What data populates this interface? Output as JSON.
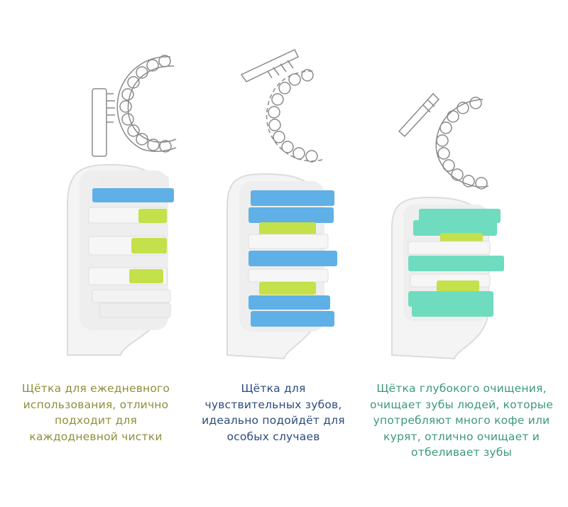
{
  "brushes": [
    {
      "id": "daily",
      "caption": "Щётка для ежедневного\nиспользования, отлично\nподходит для\nкаждодневной чистки",
      "caption_color": "#8f8f3c",
      "bristle_colors": [
        "#5fb0e6",
        "#c4e04a",
        "#eeeeee"
      ]
    },
    {
      "id": "sensitive",
      "caption": "Щётка для\nчувствительных зубов,\nидеально подойдёт для\nособых случаев",
      "caption_color": "#2c4c7c",
      "bristle_colors": [
        "#5fb0e6",
        "#c4e04a",
        "#eeeeee"
      ]
    },
    {
      "id": "deep-clean",
      "caption": "Щётка глубокого очищения,\nочищает зубы людей, которые\nупотребляют много кофе или\nкурят, отлично очищает и\nотбеливает зубы",
      "caption_color": "#3c9a78",
      "bristle_colors": [
        "#6fdcc0",
        "#c4e04a",
        "#eeeeee"
      ]
    }
  ]
}
